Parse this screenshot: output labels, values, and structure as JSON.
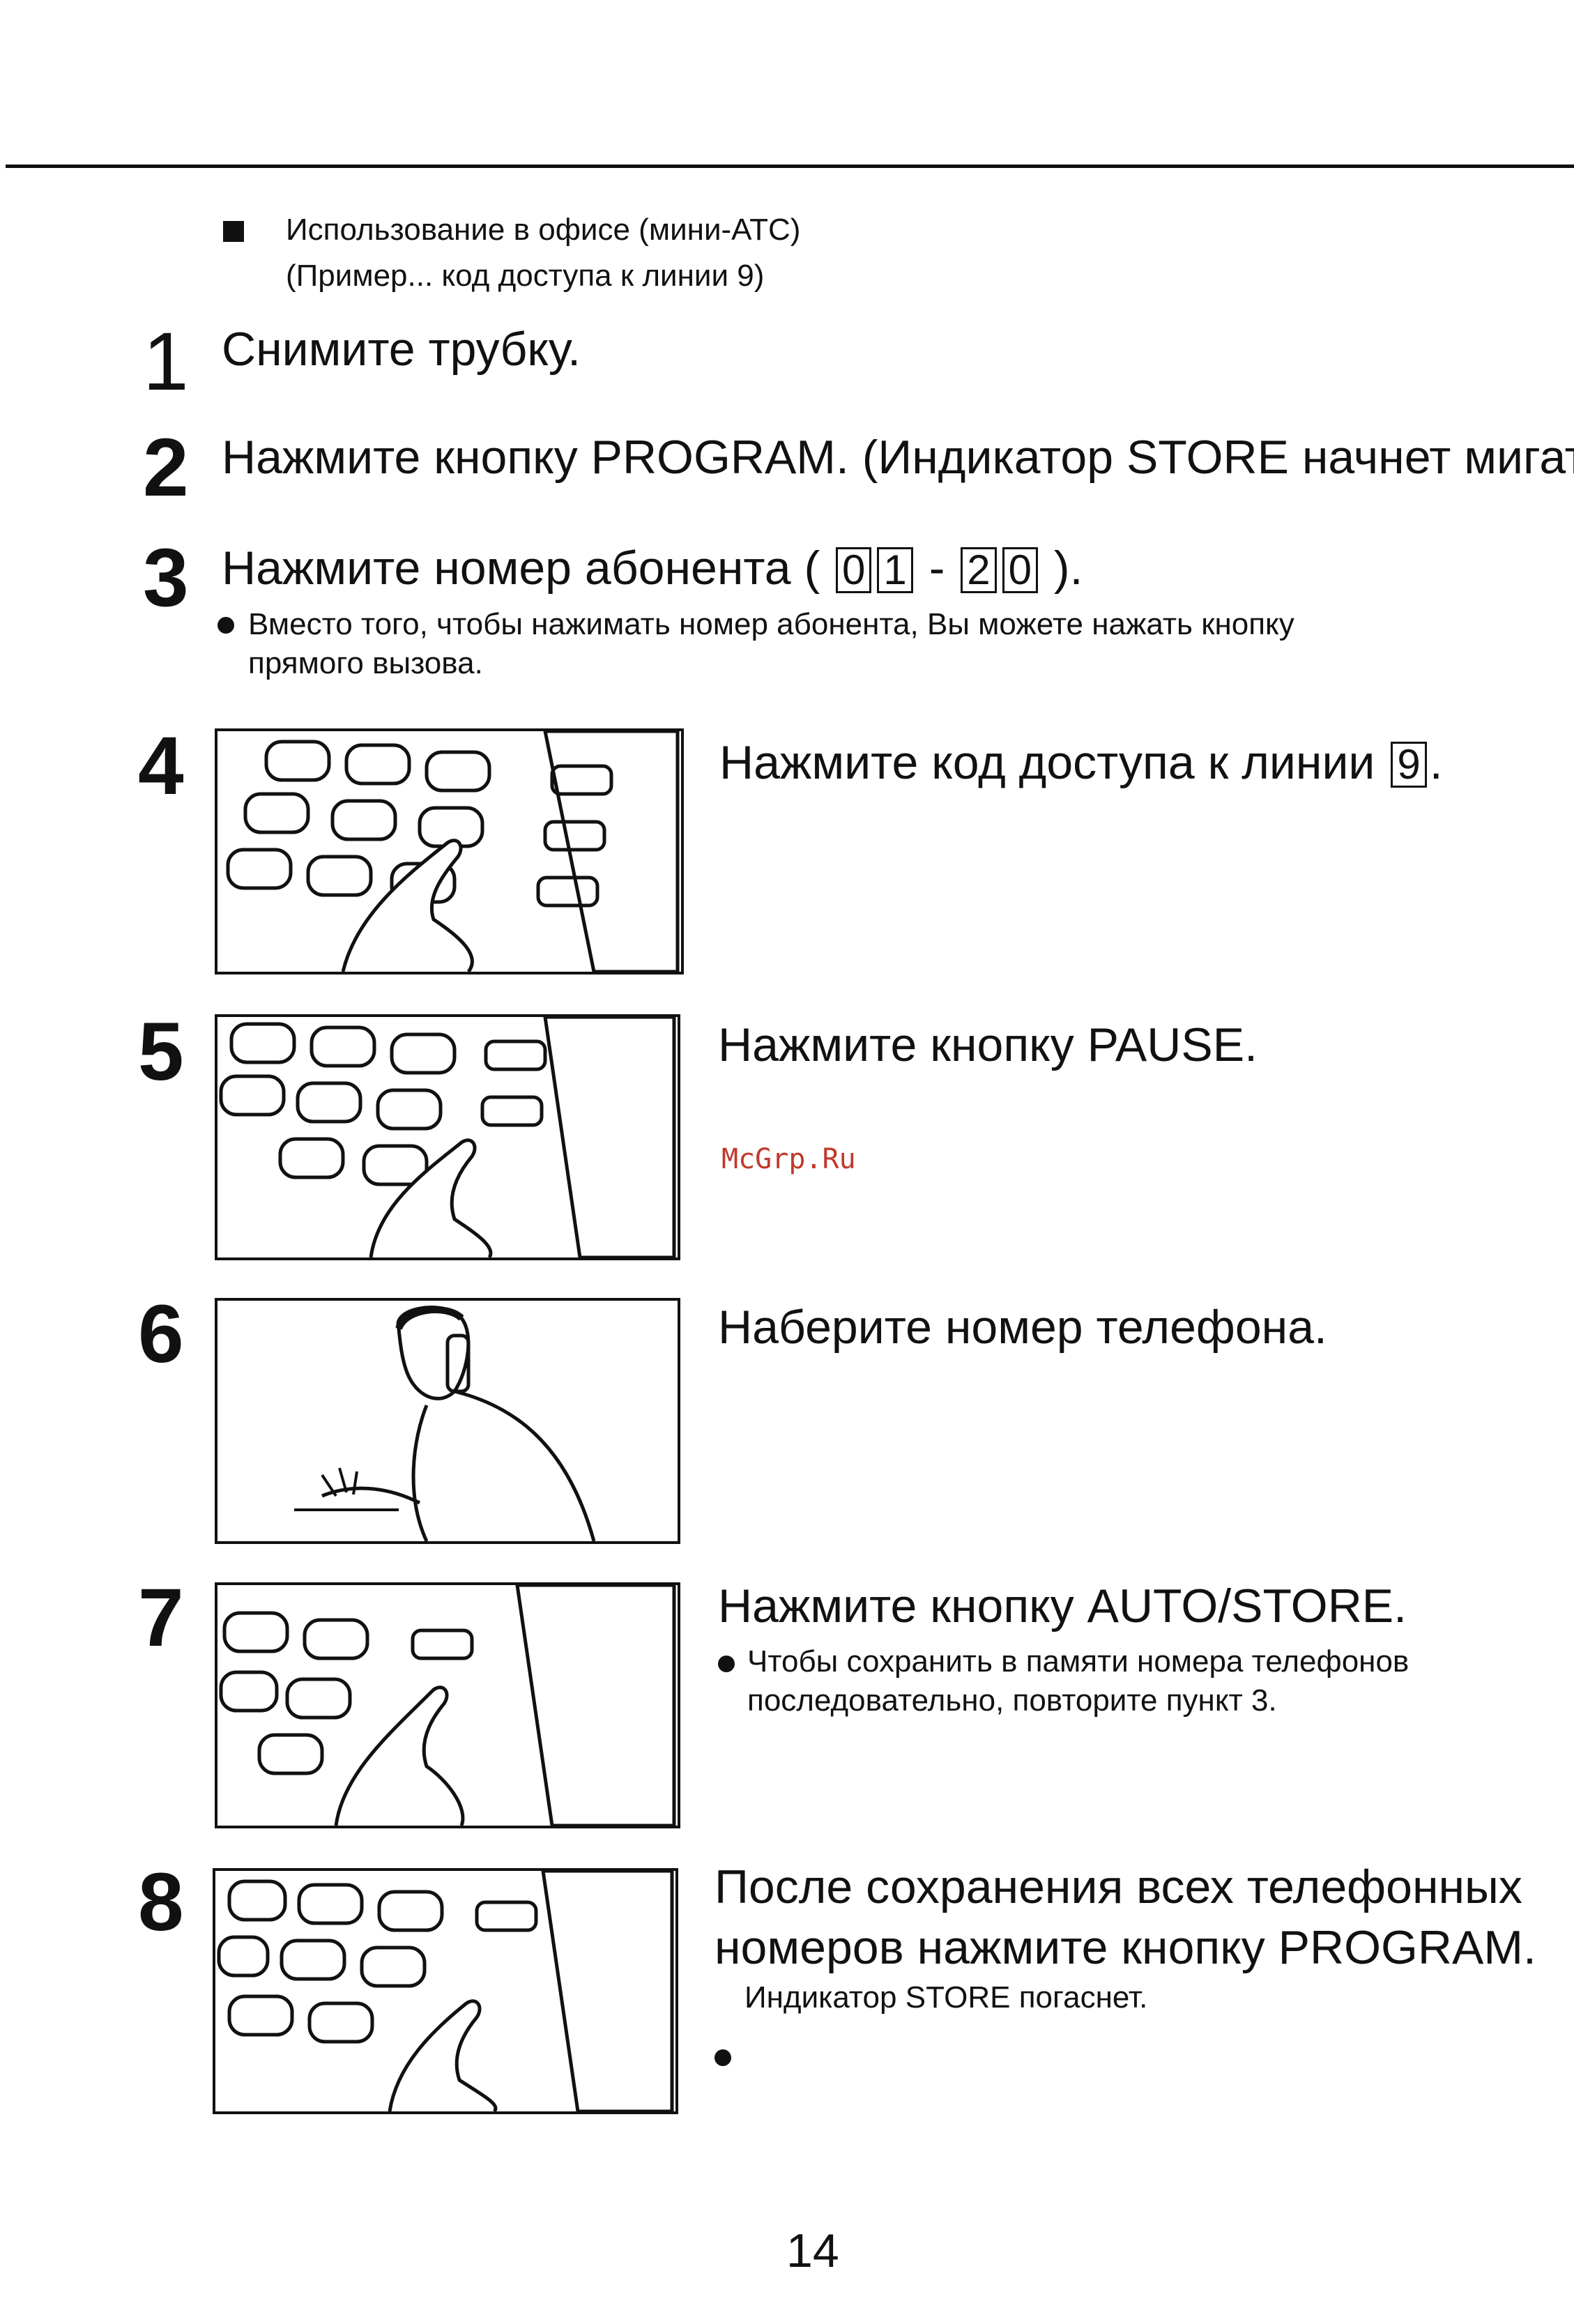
{
  "section": {
    "title": "Использование в офисе (мини-АТС)",
    "subtitle": "(Пример... код доступа к линии 9)"
  },
  "steps": [
    {
      "num": "1",
      "text": "Снимите трубку."
    },
    {
      "num": "2",
      "text": "Нажмите кнопку PROGRAM. (Индикатор STORE начнет мигать)."
    },
    {
      "num": "3",
      "text_prefix": "Нажмите номер абонента (",
      "keys": [
        "0",
        "1",
        "2",
        "0"
      ],
      "dash": "-",
      "text_suffix": ").",
      "note_line1": "Вместо того, чтобы нажимать номер абонента, Вы можете нажать кнопку",
      "note_line2": "прямого вызова."
    },
    {
      "num": "4",
      "text": "Нажмите код доступа к линии",
      "key": "9",
      "suffix": "."
    },
    {
      "num": "5",
      "text": "Нажмите кнопку PAUSE."
    },
    {
      "num": "6",
      "text": "Наберите номер телефона."
    },
    {
      "num": "7",
      "text": "Нажмите кнопку AUTO/STORE.",
      "note_line1": "Чтобы сохранить в памяти номера телефонов",
      "note_line2": "последовательно, повторите пункт 3."
    },
    {
      "num": "8",
      "line1": "После сохранения всех телефонных",
      "line2": "номеров нажмите кнопку PROGRAM.",
      "note": "Индикатор STORE погаснет."
    }
  ],
  "watermark": "McGrp.Ru",
  "page_number": "14"
}
